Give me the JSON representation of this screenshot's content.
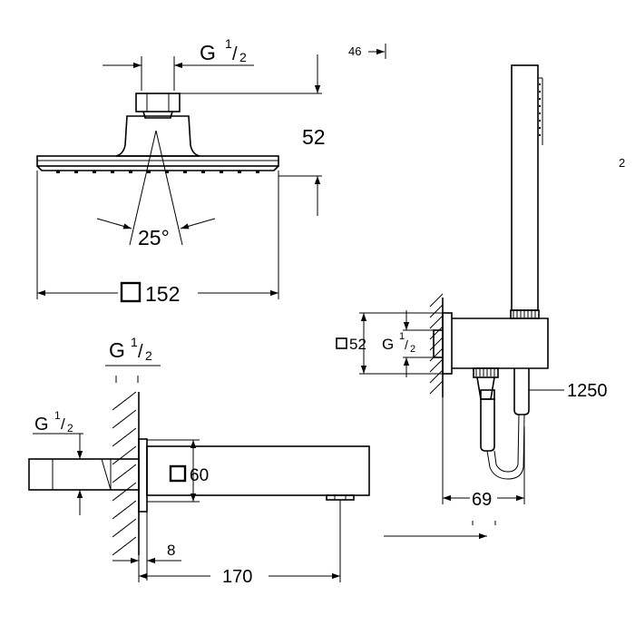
{
  "shower_head": {
    "thread_label": "G",
    "thread_numerator": "1",
    "thread_denominator": "2",
    "height_label": "52",
    "angle_label": "25°",
    "size_label": "152"
  },
  "hand_shower": {
    "top_offset_label": "46",
    "edge_label": "2",
    "bracket_size_label": "52",
    "thread_label": "G",
    "thread_numerator": "1",
    "thread_denominator": "2",
    "hose_length_label": "1250",
    "projection_label": "69"
  },
  "spout": {
    "thread_top_label": "G",
    "thread_top_numerator": "1",
    "thread_top_denominator": "2",
    "thread_left_label": "G",
    "thread_left_numerator": "1",
    "thread_left_denominator": "2",
    "size_label": "60",
    "wall_label": "8",
    "length_label": "170"
  }
}
